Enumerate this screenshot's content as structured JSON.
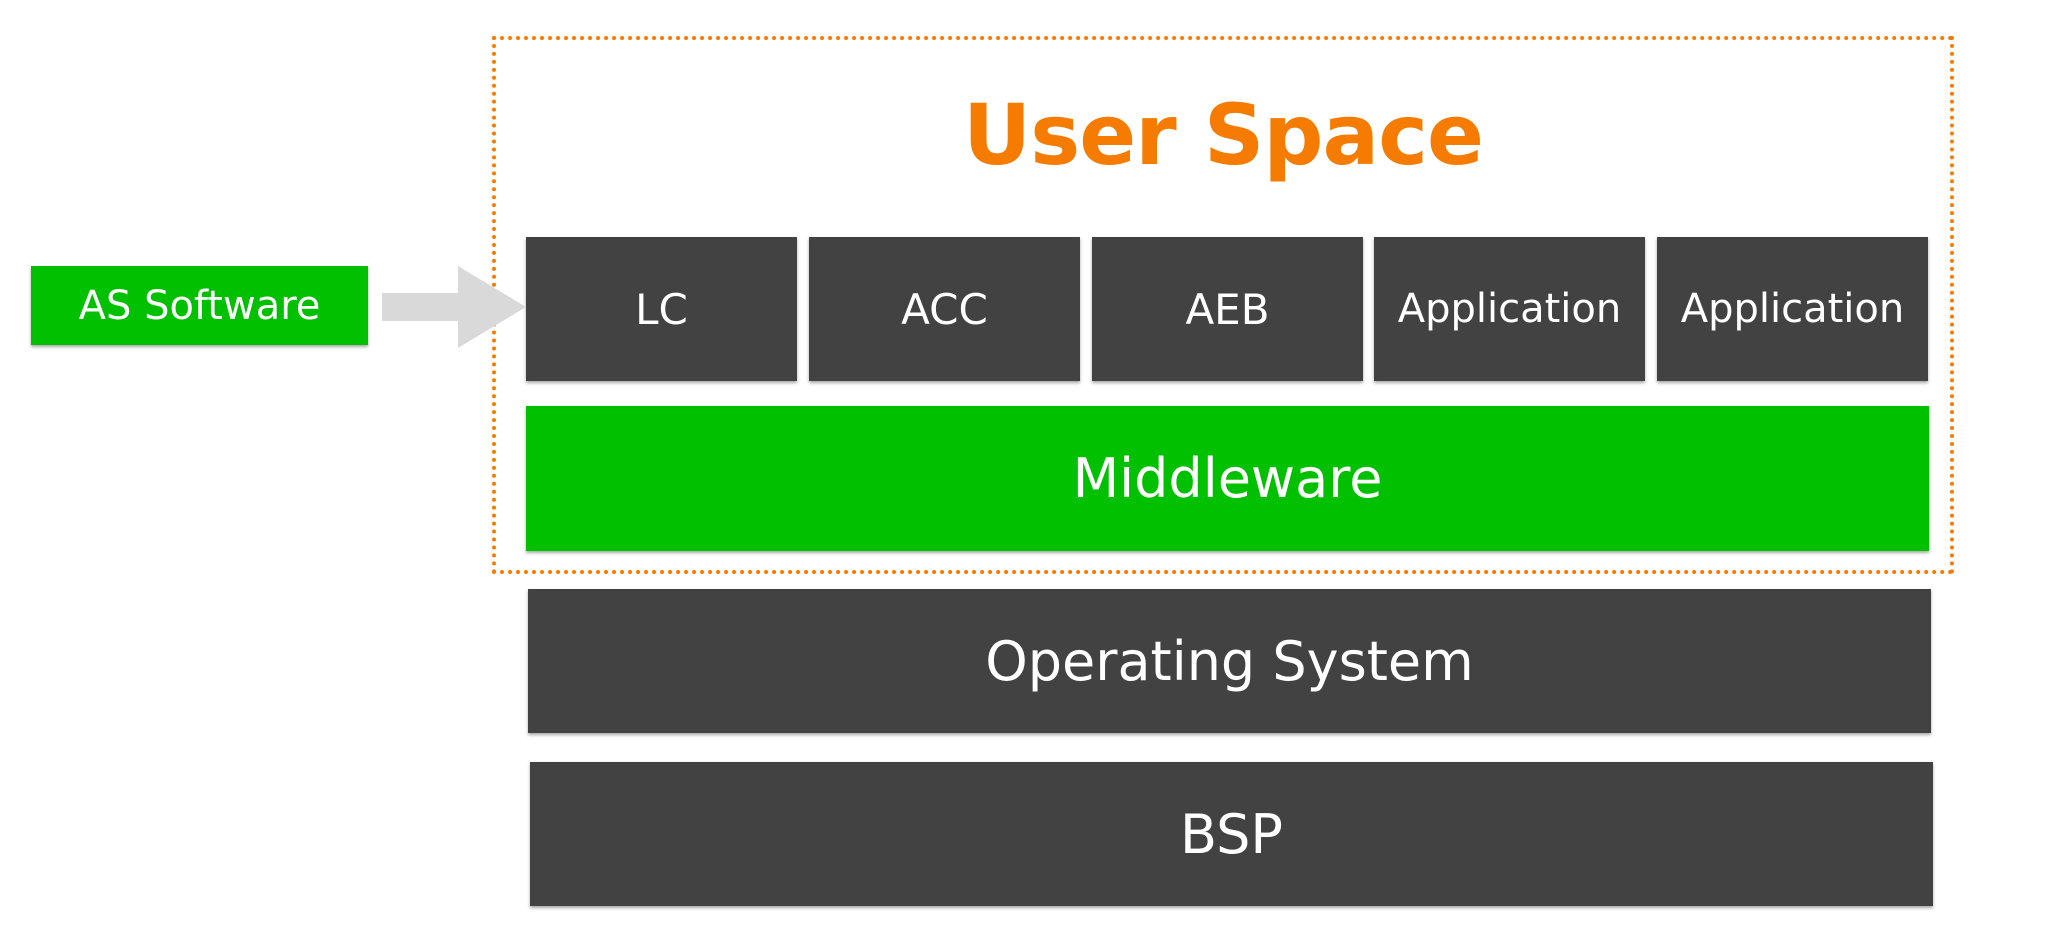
{
  "user_space": {
    "title": "User Space"
  },
  "applications": [
    "LC",
    "ACC",
    "AEB",
    "Application",
    "Application"
  ],
  "layers": {
    "middleware": "Middleware",
    "operating_system": "Operating System",
    "bsp": "BSP"
  },
  "external": {
    "as_software": "AS Software"
  },
  "colors": {
    "dark_box": "#424242",
    "green_box": "#00c000",
    "user_space_accent": "#f57c00",
    "arrow": "#d9d9d9",
    "text_on_box": "#ffffff"
  }
}
